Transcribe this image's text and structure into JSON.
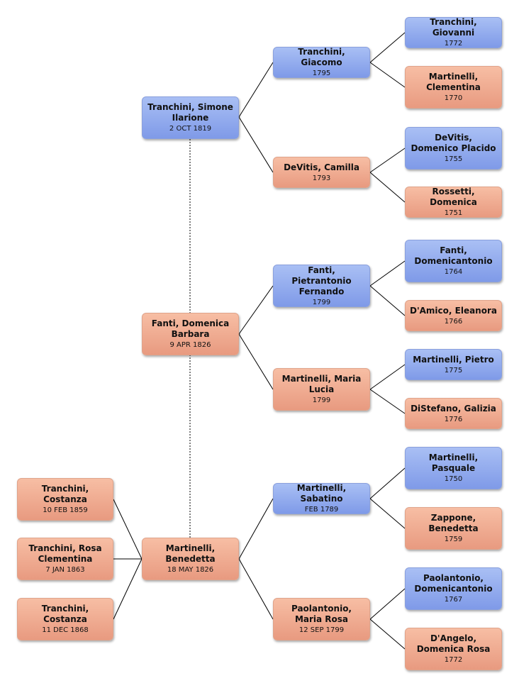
{
  "colors": {
    "male": "#8ea6ec",
    "female": "#eea88c",
    "line": "#000000"
  },
  "persons": {
    "tranchini_simone": {
      "name": "Tranchini, Simone Ilarione",
      "date": "2 OCT 1819",
      "sex": "male"
    },
    "tranchini_giacomo": {
      "name": "Tranchini, Giacomo",
      "date": "1795",
      "sex": "male"
    },
    "devitis_camilla": {
      "name": "DeVitis, Camilla",
      "date": "1793",
      "sex": "female"
    },
    "tranchini_giovanni": {
      "name": "Tranchini, Giovanni",
      "date": "1772",
      "sex": "male"
    },
    "martinelli_clementina": {
      "name": "Martinelli, Clementina",
      "date": "1770",
      "sex": "female"
    },
    "devitis_domenico": {
      "name": "DeVitis, Domenico Placido",
      "date": "1755",
      "sex": "male"
    },
    "rossetti_domenica": {
      "name": "Rossetti, Domenica",
      "date": "1751",
      "sex": "female"
    },
    "fanti_domenica": {
      "name": "Fanti, Domenica Barbara",
      "date": "9 APR 1826",
      "sex": "female"
    },
    "fanti_pietrantonio": {
      "name": "Fanti, Pietrantonio Fernando",
      "date": "1799",
      "sex": "male"
    },
    "martinelli_maria": {
      "name": "Martinelli, Maria Lucia",
      "date": "1799",
      "sex": "female"
    },
    "fanti_domenicantonio": {
      "name": "Fanti, Domenicantonio",
      "date": "1764",
      "sex": "male"
    },
    "damico_eleanora": {
      "name": "D'Amico, Eleanora",
      "date": "1766",
      "sex": "female"
    },
    "martinelli_pietro": {
      "name": "Martinelli, Pietro",
      "date": "1775",
      "sex": "male"
    },
    "distefano_galizia": {
      "name": "DiStefano, Galizia",
      "date": "1776",
      "sex": "female"
    },
    "martinelli_benedetta": {
      "name": "Martinelli, Benedetta",
      "date": "18 MAY 1826",
      "sex": "female"
    },
    "martinelli_sabatino": {
      "name": "Martinelli, Sabatino",
      "date": "FEB 1789",
      "sex": "male"
    },
    "paolantonio_maria": {
      "name": "Paolantonio, Maria Rosa",
      "date": "12 SEP 1799",
      "sex": "female"
    },
    "martinelli_pasquale": {
      "name": "Martinelli, Pasquale",
      "date": "1750",
      "sex": "male"
    },
    "zappone_benedetta": {
      "name": "Zappone, Benedetta",
      "date": "1759",
      "sex": "female"
    },
    "paolantonio_domenicantonio": {
      "name": "Paolantonio, Domenicantonio",
      "date": "1767",
      "sex": "male"
    },
    "dangelo_domenica": {
      "name": "D'Angelo, Domenica Rosa",
      "date": "1772",
      "sex": "female"
    },
    "tranchini_costanza_1": {
      "name": "Tranchini, Costanza",
      "date": "10 FEB 1859",
      "sex": "female"
    },
    "tranchini_rosa": {
      "name": "Tranchini, Rosa Clementina",
      "date": "7 JAN 1863",
      "sex": "female"
    },
    "tranchini_costanza_2": {
      "name": "Tranchini, Costanza",
      "date": "11 DEC 1868",
      "sex": "female"
    }
  }
}
